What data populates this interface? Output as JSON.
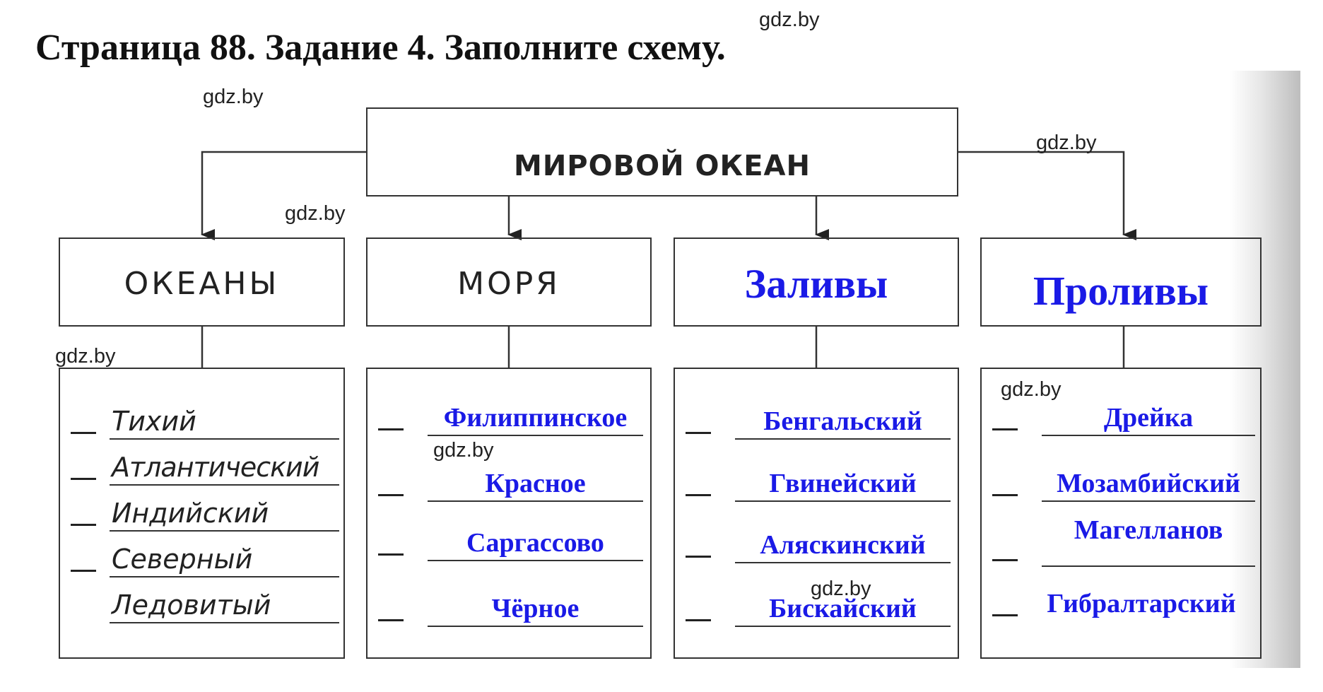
{
  "page_title": "Страница 88. Задание 4. Заполните схему.",
  "watermark": "gdz.by",
  "scheme": {
    "root": "МИРОВОЙ ОКЕАН",
    "categories": [
      {
        "heading": "ОКЕАНЫ",
        "items": [
          "Тихий",
          "Атлантический",
          "Индийский",
          "Северный",
          "Ледовитый"
        ]
      },
      {
        "heading": "МОРЯ",
        "items": [
          "Филиппинское",
          "Красное",
          "Саргассово",
          "Чёрное"
        ]
      },
      {
        "heading": "Заливы",
        "items": [
          "Бенгальский",
          "Гвинейский",
          "Аляскинский",
          "Бискайский"
        ]
      },
      {
        "heading": "Проливы",
        "items": [
          "Дрейка",
          "Мозамбийский",
          "Магелланов",
          "Гибралтарский"
        ]
      }
    ]
  }
}
